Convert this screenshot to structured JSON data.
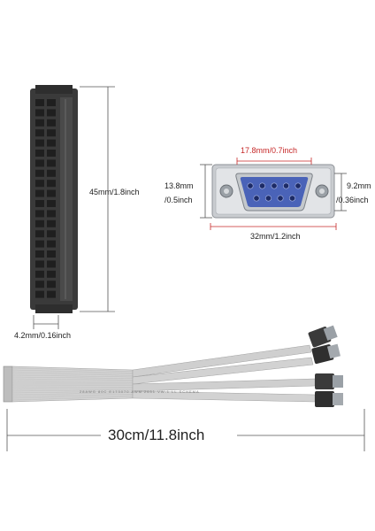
{
  "header_connector": {
    "height_label": "45mm/1.8inch",
    "pitch_label": "4.2mm/0.16inch"
  },
  "db9_connector": {
    "height_label_line1": "13.8mm",
    "height_label_line2": "/0.5inch",
    "pin_span_label": "17.8mm/0.7inch",
    "width_label": "32mm/1.2inch",
    "shell_height_line1": "9.2mm",
    "shell_height_line2": "/0.36inch"
  },
  "cable": {
    "length_label": "30cm/11.8inch",
    "print_text": "28AWG 80C E173070 AWM 2651 VW-1 LL SCHEMA"
  },
  "colors": {
    "connector_body": "#3a3a3a",
    "db9_blue": "#4a63b8",
    "dimension_red": "#c62828",
    "ribbon_grey": "#cfcfcf"
  }
}
